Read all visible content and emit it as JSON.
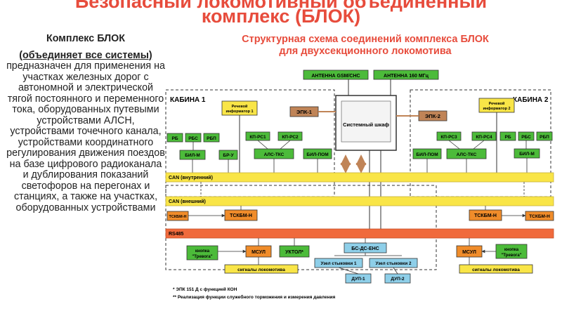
{
  "slide": {
    "title_top": "Безопасный локомотивный объединенный",
    "title_main": "комплекс (БЛОК)"
  },
  "left": {
    "heading": "Комплекс БЛОК",
    "subheading": "(объединяет все системы)",
    "body": "предназначен для применения на участках железных дорог с автономной и электрической тягой постоянного и переменного тока, оборудованных путевыми устройствами АЛСН, устройствами точечного канала, устройствами координатного регулирования движения поездов на базе цифрового радиоканала и дублирования показаний светофоров на перегонах и станциях, а также на участках, оборудованных устройствами"
  },
  "diagram": {
    "title_line1": "Структурная схема соединений комплекса БЛОК",
    "title_line2": "для двухсекционного локомотива",
    "cabin1": "КАБИНА 1",
    "cabin2": "КАБИНА 2",
    "antenna_gsm": "АНТЕННА GSM/СНС",
    "antenna_160": "АНТЕННА 160 МГц",
    "system_cabinet": "Системный шкаф",
    "epk1": "ЭПК-1",
    "epk2": "ЭПК-2",
    "speech_inf1": "Речевой информатор 1",
    "speech_inf2": "Речевой информатор 2",
    "rb": "РБ",
    "rbs": "РБС",
    "rbp": "РБП",
    "bil_m": "БИЛ-М",
    "br_u": "БР-У",
    "kp_rs1": "КП-РС1",
    "kp_rs2": "КП-РС2",
    "kp_rs3": "КП-РС3",
    "kp_rs4": "КП-РС4",
    "als_tks": "АЛС-ТКС",
    "bil_pom": "БИЛ-ПОМ",
    "can_int": "CAN (внутренний)",
    "can_ext": "CAN (внешний)",
    "tskbm": "ТСКБМ-Н",
    "rs485": "RS485",
    "button_alarm": "кнопка \"Тревога\"",
    "msul": "МСУЛ",
    "uktol": "УКТОЛ*",
    "bs_ds_ens": "БС-ДС-ЕНС",
    "node1": "Узел стыковки 1",
    "node2": "Узел стыковки 2",
    "dup1": "ДУП-1",
    "dup2": "ДУП-2",
    "loco_signals": "сигналы локомотива",
    "footnote1": "* ЭПК 151 Д с функцией КОН",
    "footnote2": "** Реализация функции служебного торможения и измерения давления"
  },
  "colors": {
    "title_red": "#e74c3c",
    "green": "#4cbb3a",
    "yellow": "#f9e547",
    "orange": "#f08c2a",
    "red_bar": "#f06a3c",
    "brown": "#c08457",
    "blue": "#8ecfe9",
    "grey_box": "#d9d9d9"
  }
}
